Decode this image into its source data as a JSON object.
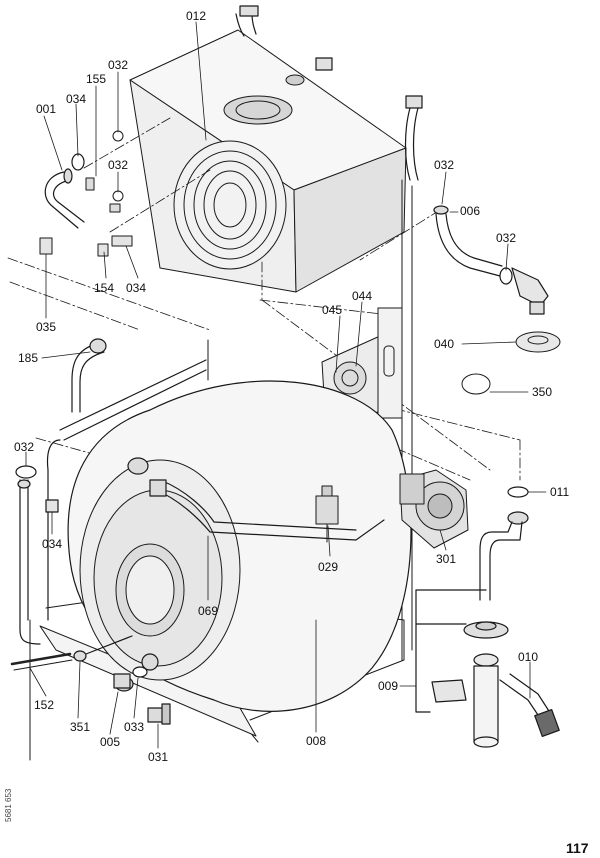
{
  "labels": {
    "p012": "012",
    "p032a": "032",
    "p155": "155",
    "p001": "001",
    "p034a": "034",
    "p032b": "032",
    "p154": "154",
    "p034b": "034",
    "p035": "035",
    "p032c": "032",
    "p006": "006",
    "p032d": "032",
    "p044": "044",
    "p045": "045",
    "p040": "040",
    "p185": "185",
    "p350": "350",
    "p032e": "032",
    "p011": "011",
    "p034c": "034",
    "p301": "301",
    "p029": "029",
    "p069": "069",
    "p010": "010",
    "p009": "009",
    "p008": "008",
    "p152": "152",
    "p351": "351",
    "p005": "005",
    "p033": "033",
    "p031": "031"
  },
  "doc_number": "5681 653",
  "page_number": "117"
}
